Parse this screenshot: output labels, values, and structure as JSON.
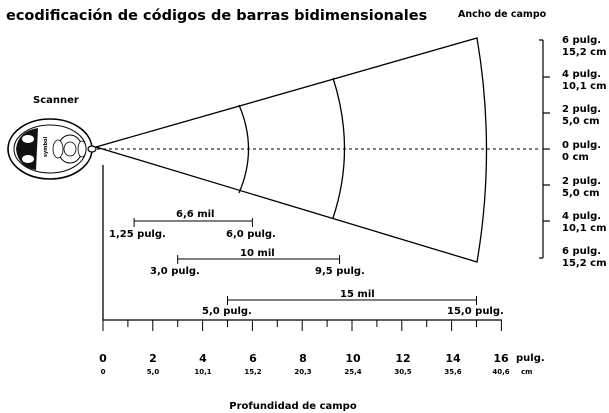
{
  "title": "ecodificación de códigos de barras bidimensionales",
  "width_header": "Ancho de campo",
  "scanner_label": "Scanner",
  "scanner_brand": "symbol",
  "depth_label": "Profundidad de campo",
  "width_scale": [
    {
      "in": "6 pulg.",
      "cm": "15,2 cm"
    },
    {
      "in": "4 pulg.",
      "cm": "10,1 cm"
    },
    {
      "in": "2 pulg.",
      "cm": "5,0 cm"
    },
    {
      "in": "0 pulg.",
      "cm": "0 cm"
    },
    {
      "in": "2 pulg.",
      "cm": "5,0 cm"
    },
    {
      "in": "4 pulg.",
      "cm": "10,1 cm"
    },
    {
      "in": "6 pulg.",
      "cm": "15,2 cm"
    }
  ],
  "ranges": [
    {
      "name": "6,6 mil",
      "start_label": "1,25 pulg.",
      "end_label": "6,0 pulg.",
      "start": 1.25,
      "end": 6.0
    },
    {
      "name": "10 mil",
      "start_label": "3,0 pulg.",
      "end_label": "9,5 pulg.",
      "start": 3.0,
      "end": 9.5
    },
    {
      "name": "15 mil",
      "start_label": "5,0 pulg.",
      "end_label": "15,0 pulg.",
      "start": 5.0,
      "end": 15.0
    }
  ],
  "axis": {
    "inch_ticks": [
      "0",
      "2",
      "4",
      "6",
      "8",
      "10",
      "12",
      "14",
      "16"
    ],
    "cm_ticks": [
      "0",
      "5,0",
      "10,1",
      "15,2",
      "20,3",
      "25,4",
      "30,5",
      "35,6",
      "40,6"
    ],
    "inch_unit": "pulg.",
    "cm_unit": "cm",
    "min": 0,
    "max": 16,
    "minor_step": 1
  }
}
